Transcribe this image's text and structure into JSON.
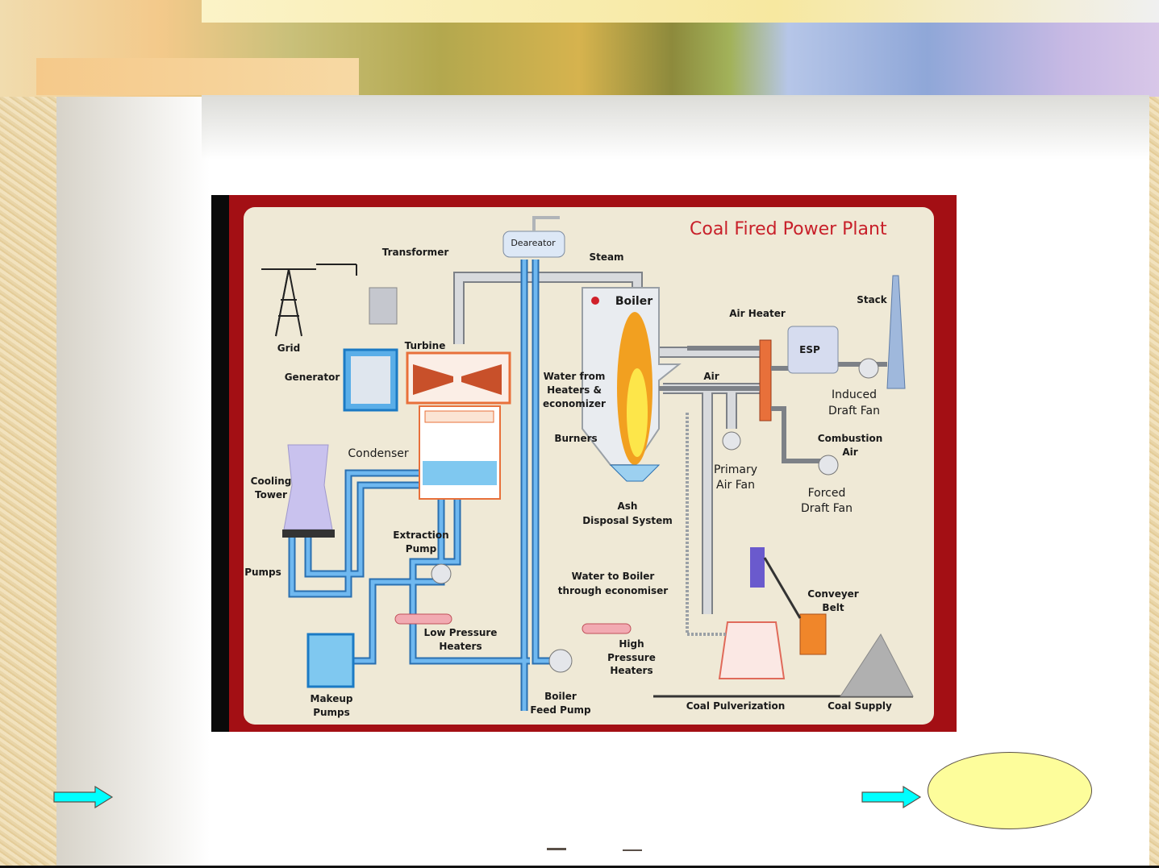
{
  "diagram": {
    "title": "Coal Fired Power Plant",
    "labels": {
      "deareator": "Deareator",
      "transformer": "Transformer",
      "steam": "Steam",
      "boiler": "Boiler",
      "air_heater": "Air Heater",
      "stack": "Stack",
      "grid": "Grid",
      "turbine": "Turbine",
      "esp": "ESP",
      "generator": "Generator",
      "water_from_1": "Water from",
      "water_from_2": "Heaters &",
      "water_from_3": "economizer",
      "air": "Air",
      "induced_1": "Induced",
      "induced_2": "Draft Fan",
      "burners": "Burners",
      "combustion_1": "Combustion",
      "combustion_2": "Air",
      "condenser": "Condenser",
      "primary_1": "Primary",
      "primary_2": "Air Fan",
      "cooling_1": "Cooling",
      "cooling_2": "Tower",
      "forced_1": "Forced",
      "forced_2": "Draft Fan",
      "ash_1": "Ash",
      "ash_2": "Disposal System",
      "extraction_1": "Extraction",
      "extraction_2": "Pump",
      "pumps": "Pumps",
      "water_boiler_1": "Water to Boiler",
      "water_boiler_2": "through economiser",
      "conveyer_1": "Conveyer",
      "conveyer_2": "Belt",
      "lp_1": "Low Pressure",
      "lp_2": "Heaters",
      "hp_1": "High",
      "hp_2": "Pressure",
      "hp_3": "Heaters",
      "makeup_1": "Makeup",
      "makeup_2": "Pumps",
      "bfp_1": "Boiler",
      "bfp_2": "Feed Pump",
      "coal_pulverization": "Coal Pulverization",
      "coal_supply": "Coal Supply"
    }
  },
  "colors": {
    "frame": "#a30f14",
    "panel": "#efe9d6",
    "water_pipe": "#4a9fe0",
    "steam_pipe": "#c9ccd0",
    "arrow": "#00ffff",
    "ellipse": "#fdfd9b",
    "title": "#c8202a"
  }
}
